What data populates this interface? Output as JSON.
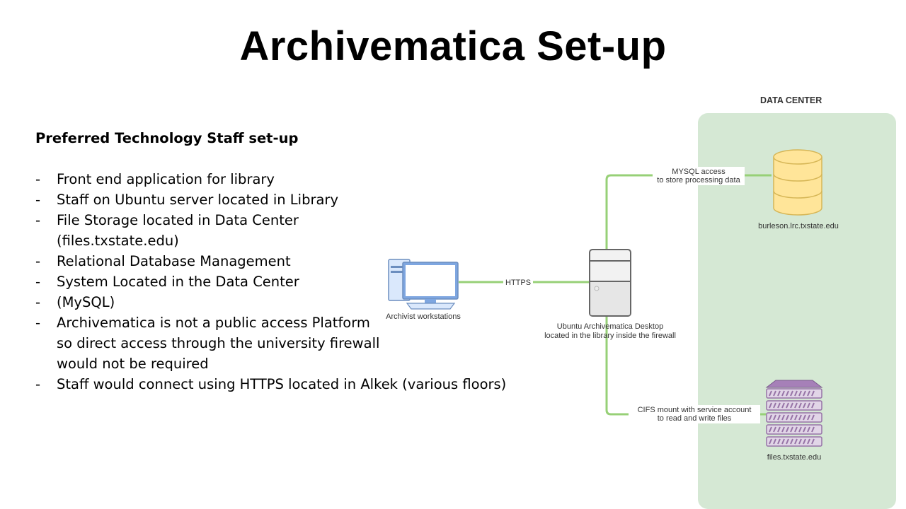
{
  "title": "Archivematica Set-up",
  "text": {
    "heading": "Preferred Technology Staff set-up",
    "bullets": [
      {
        "lines": [
          "Front end application for library"
        ]
      },
      {
        "lines": [
          "Staff on Ubuntu server located in Library"
        ]
      },
      {
        "lines": [
          "File Storage located in Data Center",
          "(files.txstate.edu)"
        ]
      },
      {
        "lines": [
          "Relational Database Management"
        ]
      },
      {
        "lines": [
          "System Located in the Data Center"
        ]
      },
      {
        "lines": [
          "(MySQL)"
        ]
      },
      {
        "lines": [
          "Archivematica is not a public access Platform",
          "so direct access through the university firewall",
          "would not be required"
        ]
      },
      {
        "lines": [
          "Staff would connect using HTTPS located in Alkek (various floors)"
        ]
      }
    ]
  },
  "diagram": {
    "data_center_label": "DATA CENTER",
    "workstation_label": "Archivist workstations",
    "https_label": "HTTPS",
    "server_label_1": "Ubuntu Archivematica Desktop",
    "server_label_2": "located in the library inside the firewall",
    "mysql_label_1": "MYSQL access",
    "mysql_label_2": "to store processing data",
    "db_label": "burleson.lrc.txstate.edu",
    "cifs_label_1": "CIFS mount with service account",
    "cifs_label_2": "to read and write files",
    "storage_label": "files.txstate.edu",
    "colors": {
      "connector": "#97d077",
      "datacenter_bg": "#d5e8d4",
      "database": "#ffd966",
      "storage": "#a680b8",
      "workstation": "#7ea6e0"
    }
  }
}
